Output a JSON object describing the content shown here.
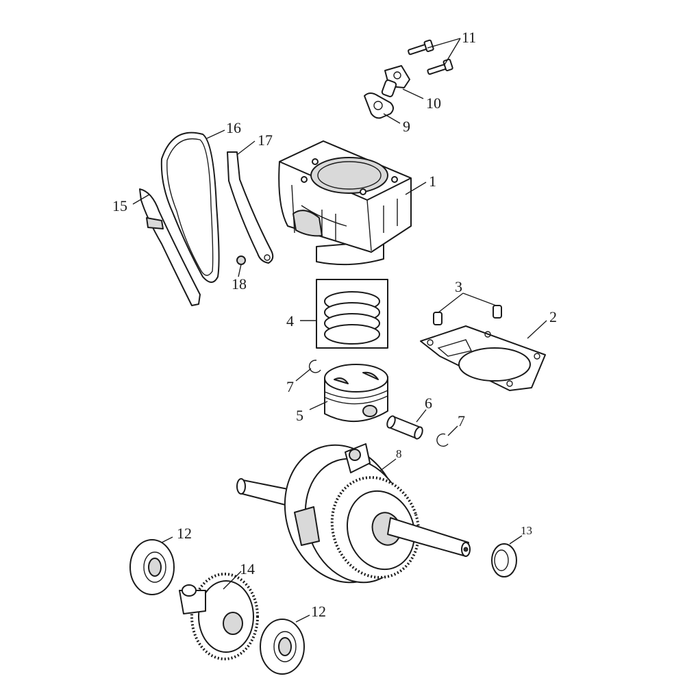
{
  "callouts": {
    "c1": "1",
    "c2": "2",
    "c3": "3",
    "c4": "4",
    "c5": "5",
    "c6": "6",
    "c7a": "7",
    "c7b": "7",
    "c8": "8",
    "c9": "9",
    "c10": "10",
    "c11": "11",
    "c12a": "12",
    "c12b": "12",
    "c13": "13",
    "c14": "14",
    "c15": "15",
    "c16": "16",
    "c17": "17",
    "c18": "18"
  }
}
